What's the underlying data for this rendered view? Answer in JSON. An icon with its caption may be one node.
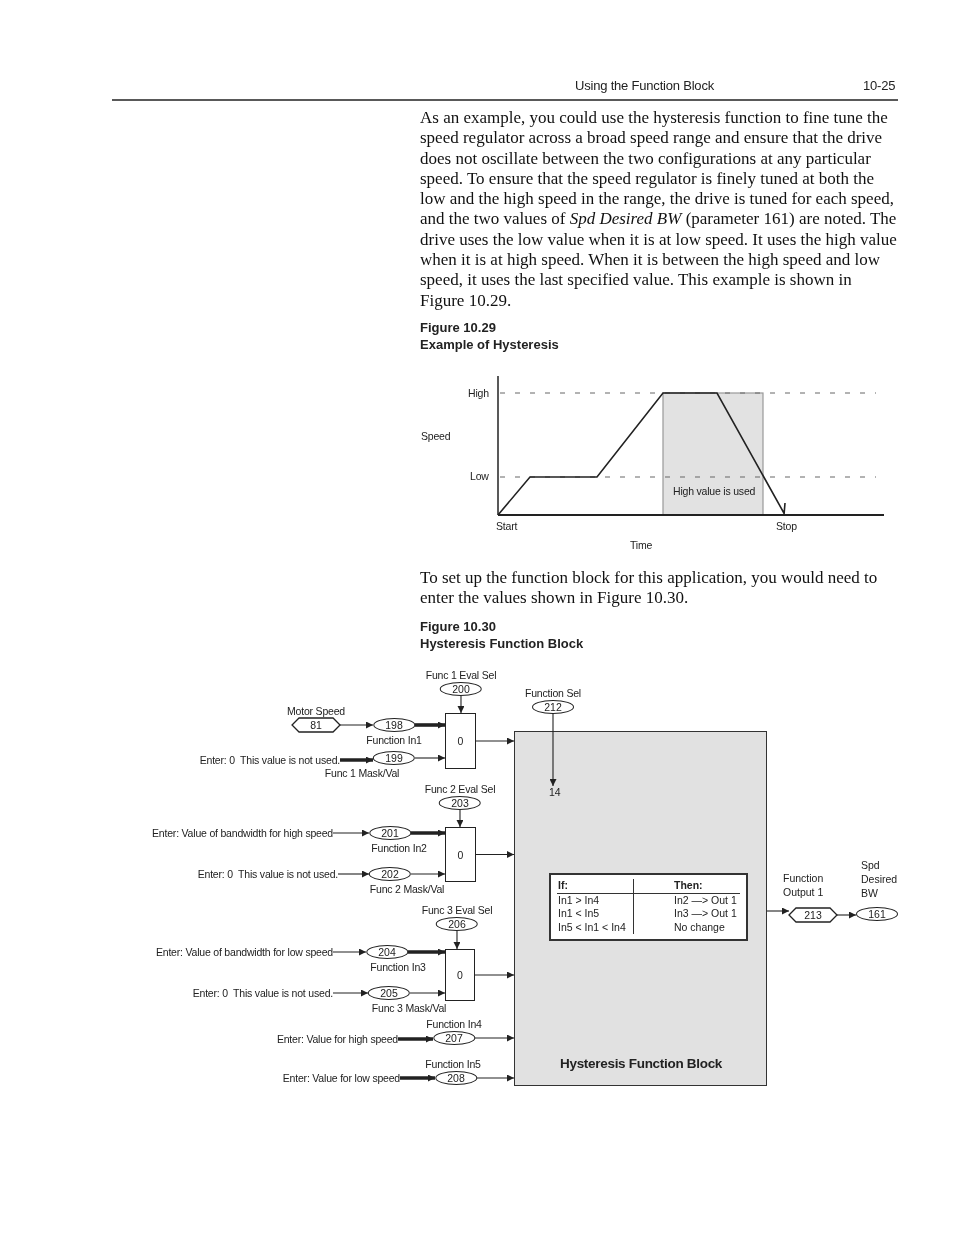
{
  "diagram": {
    "nodes": [
      {
        "text": [
          "Func 1 Eval Sel",
          "200"
        ]
      },
      {
        "text": [
          "Motor Speed",
          "81"
        ]
      },
      {
        "text": [
          "198",
          "Function In1"
        ]
      },
      {
        "text": [
          "0"
        ]
      },
      {
        "text": [
          "Enter: 0  This value is not used."
        ]
      },
      {
        "text": [
          "199",
          "Func 1 Mask/Val"
        ]
      },
      {
        "text": [
          "Func 2 Eval Sel",
          "203"
        ]
      },
      {
        "text": [
          "Enter: Value of bandwidth for high speed"
        ]
      },
      {
        "text": [
          "201",
          "Function In2"
        ]
      },
      {
        "text": [
          "0"
        ]
      },
      {
        "text": [
          "Enter: 0  This value is not used."
        ]
      },
      {
        "text": [
          "202",
          "Func 2 Mask/Val"
        ]
      },
      {
        "text": [
          "Func 3 Eval Sel",
          "206"
        ]
      },
      {
        "text": [
          "Enter: Value of bandwidth for low speed"
        ]
      },
      {
        "text": [
          "204",
          "Function In3"
        ]
      },
      {
        "text": [
          "0"
        ]
      },
      {
        "text": [
          "Enter: 0  This value is not used."
        ]
      },
      {
        "text": [
          "205",
          "Func 3 Mask/Val"
        ]
      },
      {
        "text": [
          "Enter: Value for high speed"
        ]
      },
      {
        "text": [
          "Function In4",
          "207"
        ]
      },
      {
        "text": [
          "Enter: Value for low speed"
        ]
      },
      {
        "text": [
          "Function In5",
          "208"
        ]
      },
      {
        "text": [
          "Function Sel",
          "212"
        ]
      },
      {
        "text": [
          "Hysteresis Function Block"
        ]
      },
      {
        "text": [
          "14"
        ],
        "in": 23
      },
      {
        "text": [
          "If:",
          "Then:",
          "In1 > In4",
          "In2 —> Out 1",
          "In1 < In5",
          "In3 —> Out 1",
          "In5 < In1 < In4",
          "No change"
        ],
        "in": 23
      },
      {
        "text": [
          "Function Output 1",
          "213"
        ]
      },
      {
        "text": [
          "Spd Desired BW",
          "161"
        ]
      }
    ],
    "edges": [
      {
        "from": 0,
        "to": 3,
        "arrow": "to"
      },
      {
        "from": 1,
        "to": 2,
        "arrow": "to"
      },
      {
        "from": 2,
        "to": 3,
        "arrow": "to",
        "style": "thick"
      },
      {
        "from": 4,
        "to": 5,
        "arrow": "to",
        "style": "thick"
      },
      {
        "from": 5,
        "to": 3,
        "arrow": "to"
      },
      {
        "from": 3,
        "to": 23,
        "arrow": "to"
      },
      {
        "from": 6,
        "to": 9,
        "arrow": "to"
      },
      {
        "from": 7,
        "to": 8,
        "arrow": "to"
      },
      {
        "from": 8,
        "to": 9,
        "arrow": "to",
        "style": "thick"
      },
      {
        "from": 10,
        "to": 11,
        "arrow": "to"
      },
      {
        "from": 11,
        "to": 9,
        "arrow": "to"
      },
      {
        "from": 9,
        "to": 23,
        "arrow": "to"
      },
      {
        "from": 12,
        "to": 15,
        "arrow": "to"
      },
      {
        "from": 13,
        "to": 14,
        "arrow": "to"
      },
      {
        "from": 14,
        "to": 15,
        "arrow": "to",
        "style": "thick"
      },
      {
        "from": 16,
        "to": 17,
        "arrow": "to"
      },
      {
        "from": 17,
        "to": 15,
        "arrow": "to"
      },
      {
        "from": 15,
        "to": 23,
        "arrow": "to"
      },
      {
        "from": 18,
        "to": 19,
        "arrow": "to",
        "style": "thick"
      },
      {
        "from": 19,
        "to": 23,
        "arrow": "to"
      },
      {
        "from": 20,
        "to": 21,
        "arrow": "to",
        "style": "thick"
      },
      {
        "from": 21,
        "to": 23,
        "arrow": "to"
      },
      {
        "from": 22,
        "to": 24,
        "arrow": "to"
      },
      {
        "from": 23,
        "to": 26,
        "arrow": "to"
      },
      {
        "from": 26,
        "to": 27,
        "arrow": "to"
      }
    ],
    "labels": [
      "Using the Function Block",
      "10-25",
      "As an example, you could use the hysteresis function to fine tune the speed regulator across a broad speed range and ensure that the drive does not oscillate between the two configurations at any particular speed. To ensure that the speed regulator is finely tuned at both the low and the high speed in the range, the drive is tuned for each speed, and the two values of *Spd Desired BW* (parameter 161) are noted. The drive uses the low value when it is at low speed. It uses the high value when it is at high speed. When it is between the high speed and low speed, it uses the last specified value. This example is shown in Figure 10.29.",
      "Figure 10.29",
      "Example of Hysteresis",
      "High",
      "Speed",
      "Low",
      "High value is used",
      "Start",
      "Stop",
      "Time",
      "To set up the function block for this application, you would need to enter the values shown in Figure 10.30.",
      "Figure 10.30",
      "Hysteresis Function Block"
    ]
  }
}
